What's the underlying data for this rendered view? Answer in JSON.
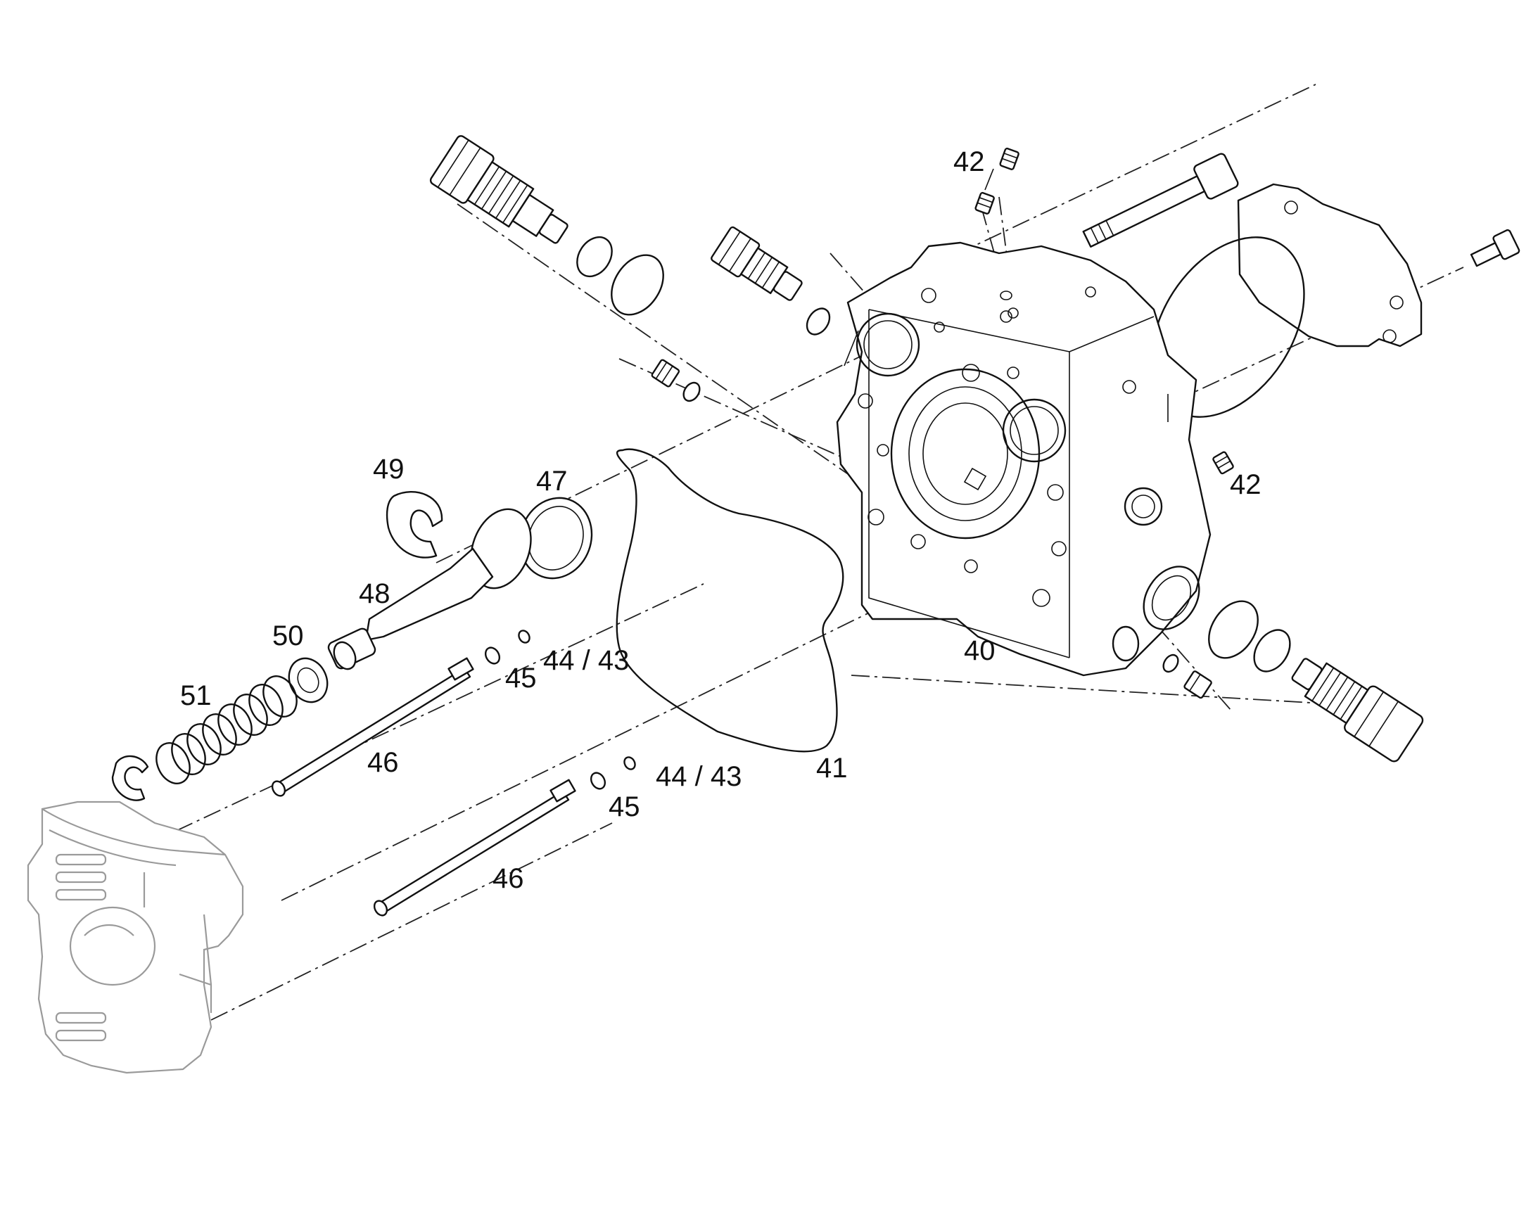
{
  "callouts": {
    "c40": "40",
    "c41": "41",
    "c42a": "42",
    "c42b": "42",
    "c43a": "44 / 43",
    "c43b": "44 / 43",
    "c45a": "45",
    "c45b": "45",
    "c46a": "46",
    "c46b": "46",
    "c47": "47",
    "c48": "48",
    "c49": "49",
    "c50": "50",
    "c51": "51"
  },
  "colors": {
    "line": "#111111",
    "ghost": "#9a9a9a",
    "background": "#ffffff"
  }
}
